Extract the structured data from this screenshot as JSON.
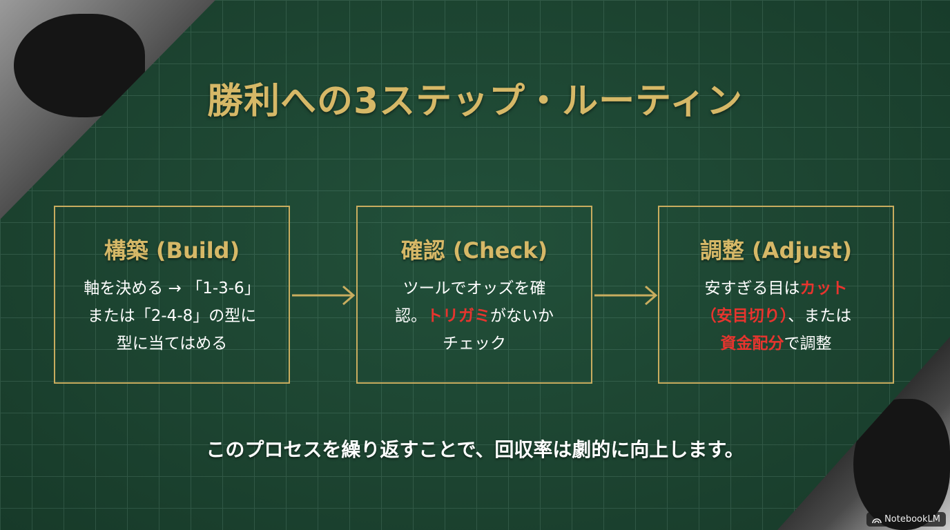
{
  "title": "勝利への3ステップ・ルーティン",
  "steps": [
    {
      "heading": "構築 (Build)",
      "lines": [
        [
          "軸を決める → 「1-3-6」"
        ],
        [
          "または「2-4-8」の型に"
        ],
        [
          "型に当てはめる"
        ]
      ]
    },
    {
      "heading": "確認 (Check)",
      "lines": [
        [
          "ツールでオッズを確"
        ],
        [
          "認。",
          "トリガミ",
          "がないか"
        ],
        [
          "チェック"
        ]
      ]
    },
    {
      "heading": "調整 (Adjust)",
      "lines": [
        [
          "安すぎる目は",
          "カット"
        ],
        [
          "（安目切り）",
          "、または"
        ],
        [
          "資金配分",
          "で調整"
        ]
      ]
    }
  ],
  "footer": "このプロセスを繰り返すことで、回収率は劇的に向上します。",
  "badge": "NotebookLM",
  "colors": {
    "background": "#1d4631",
    "gold": "#d6b867",
    "highlight": "#e8342e"
  }
}
